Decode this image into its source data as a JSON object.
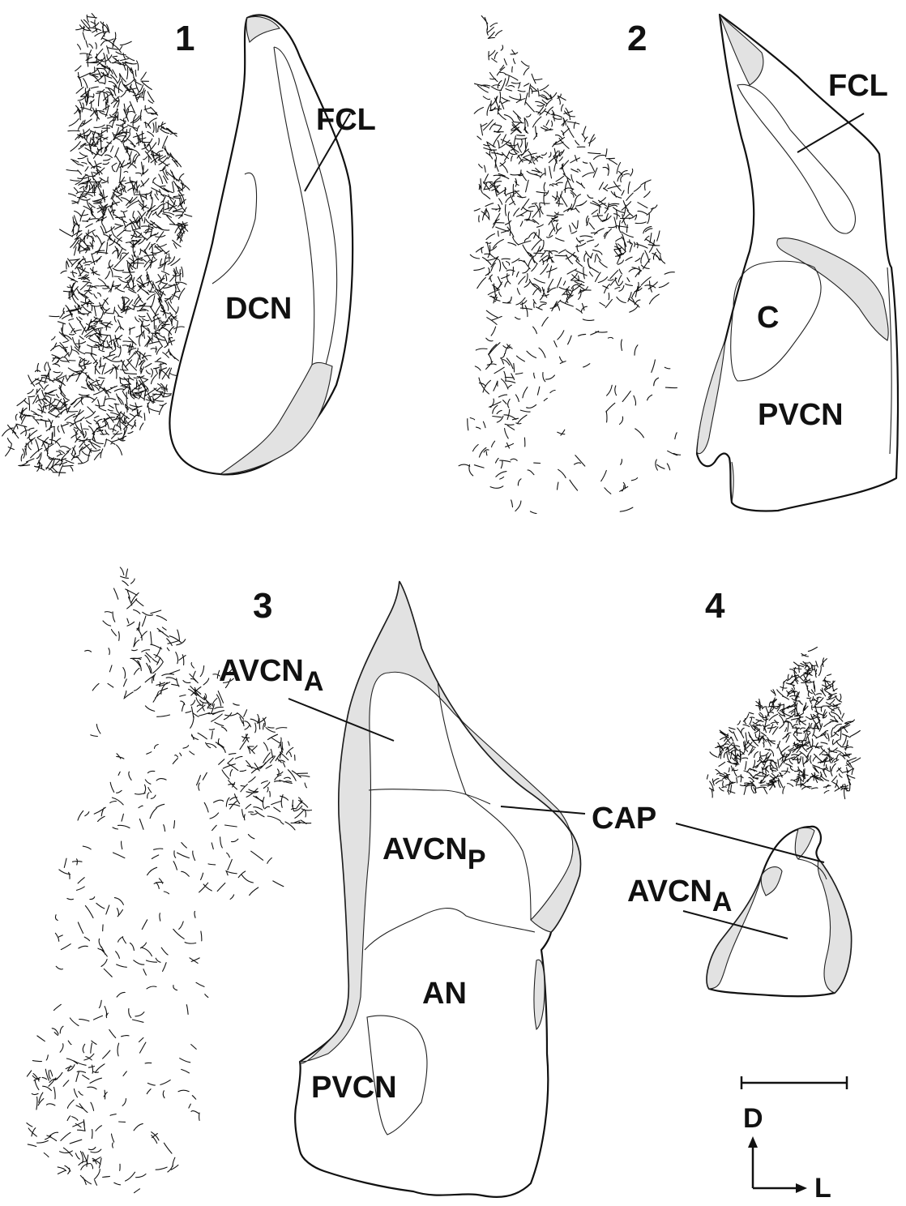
{
  "panels": {
    "p1": {
      "number": "1",
      "labels": {
        "fcl": "FCL",
        "dcn": "DCN"
      }
    },
    "p2": {
      "number": "2",
      "labels": {
        "fcl": "FCL",
        "c": "C",
        "pvcn": "PVCN"
      }
    },
    "p3": {
      "number": "3",
      "labels": {
        "avcn_a": "AVCN",
        "avcn_a_sub": "A",
        "avcn_p": "AVCN",
        "avcn_p_sub": "P",
        "an": "AN",
        "pvcn": "PVCN"
      }
    },
    "p4": {
      "number": "4",
      "labels": {
        "cap": "CAP",
        "avcn_a": "AVCN",
        "avcn_a_sub": "A"
      }
    }
  },
  "orientation": {
    "dorsal": "D",
    "lateral": "L"
  },
  "colors": {
    "ink": "#111111",
    "shaded_region": "#e2e2e2",
    "background": "#ffffff"
  }
}
